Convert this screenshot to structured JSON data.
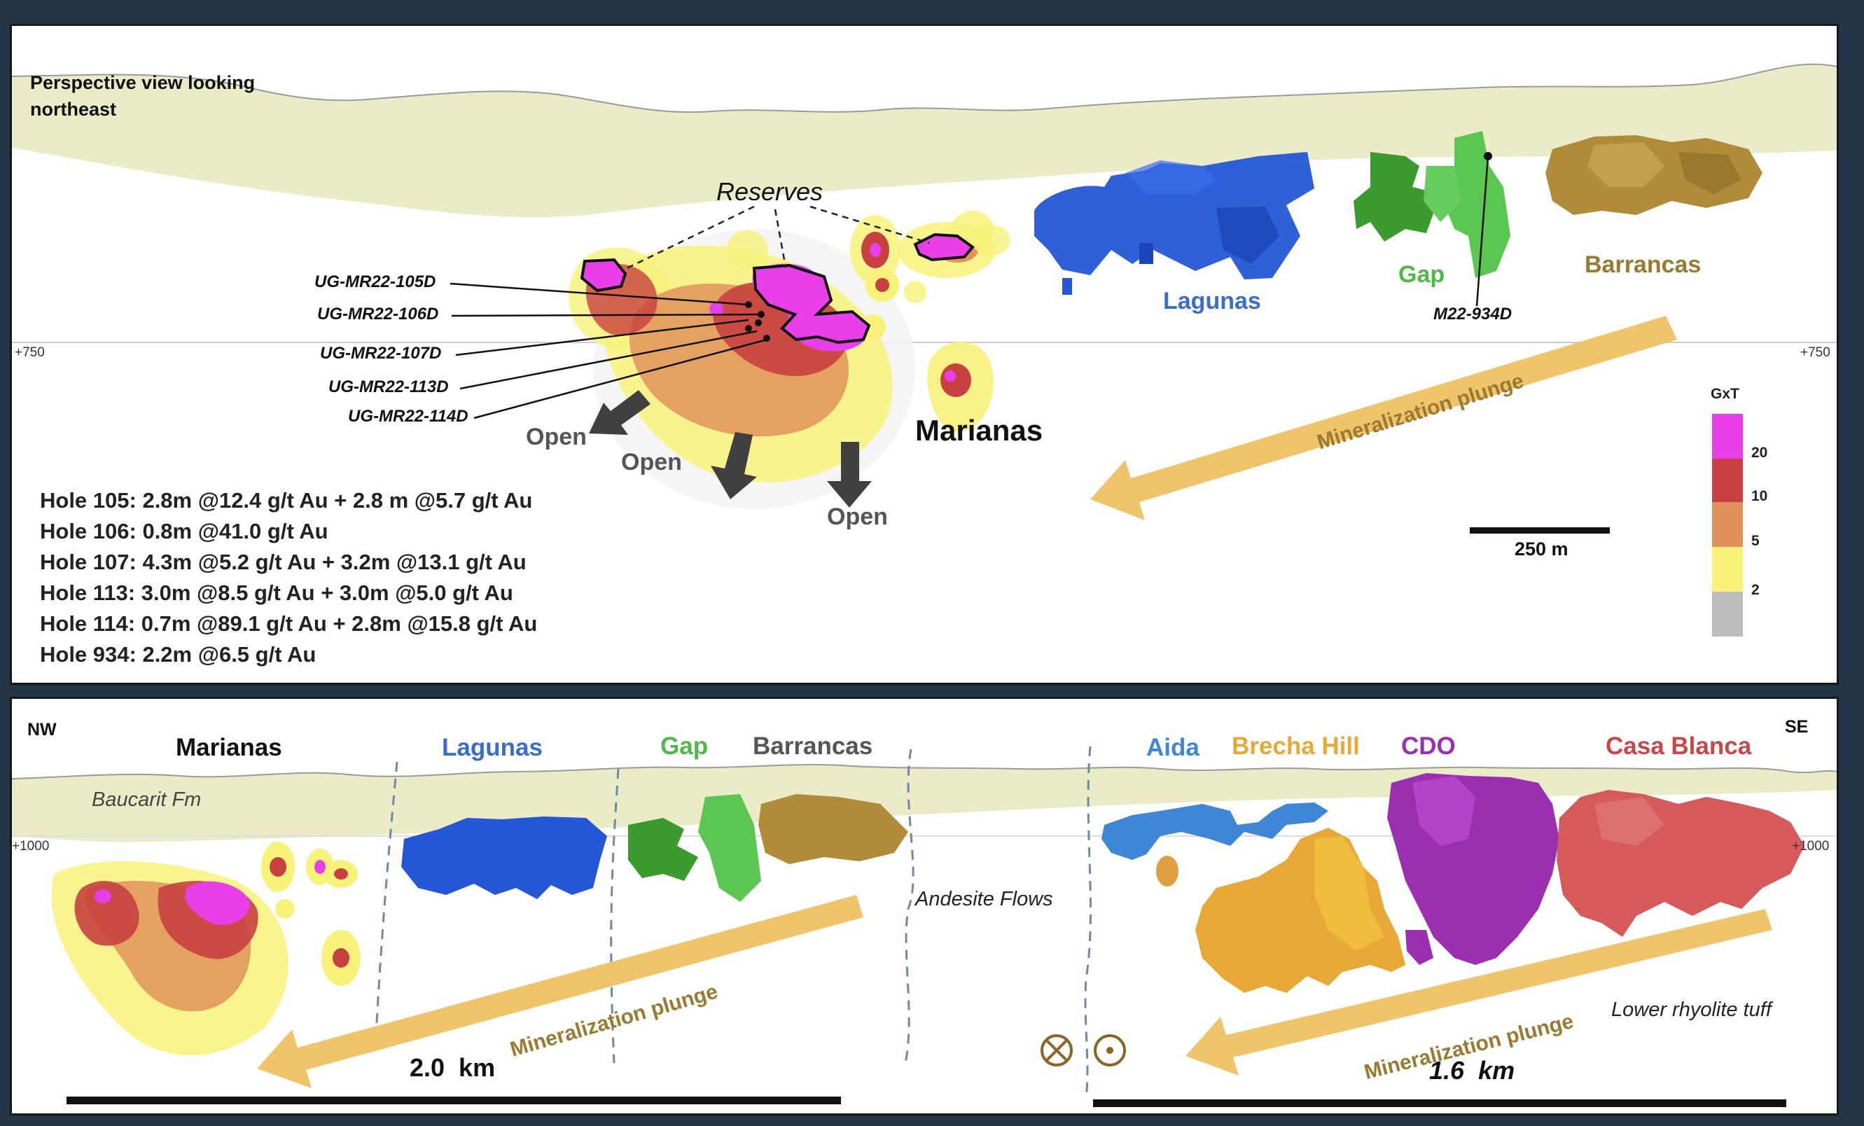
{
  "top": {
    "title_line1": "Perspective view looking",
    "title_line2": "northeast",
    "reserves_label": "Reserves",
    "drillholes": [
      "UG-MR22-105D",
      "UG-MR22-106D",
      "UG-MR22-107D",
      "UG-MR22-113D",
      "UG-MR22-114D"
    ],
    "hole_934": "M22-934D",
    "open_labels": [
      "Open",
      "Open",
      "Open"
    ],
    "zones": {
      "marianas": "Marianas",
      "lagunas": "Lagunas",
      "gap": "Gap",
      "barrancas": "Barrancas"
    },
    "plunge_label": "Mineralization plunge",
    "elevation_left": "+750",
    "elevation_right": "+750",
    "scale_label": "250 m",
    "legend": {
      "title": "GxT",
      "ticks": [
        "20",
        "10",
        "5",
        "2"
      ]
    },
    "results": [
      "Hole 105: 2.8m @12.4 g/t Au + 2.8 m @5.7 g/t Au",
      "Hole 106: 0.8m @41.0 g/t Au",
      "Hole 107: 4.3m @5.2 g/t Au + 3.2m @13.1 g/t Au",
      "Hole 113: 3.0m @8.5 g/t Au + 3.0m @5.0 g/t Au",
      "Hole 114: 0.7m @89.1 g/t Au + 2.8m @15.8 g/t Au",
      "Hole 934: 2.2m @6.5 g/t Au"
    ]
  },
  "bottom": {
    "nw": "NW",
    "se": "SE",
    "zones": {
      "marianas": "Marianas",
      "lagunas": "Lagunas",
      "gap": "Gap",
      "barrancas": "Barrancas",
      "aida": "Aida",
      "brecha_hill": "Brecha Hill",
      "cdo": "CDO",
      "casa_blanca": "Casa Blanca"
    },
    "baucarit": "Baucarit Fm",
    "andesite": "Andesite Flows",
    "rhyolite": "Lower rhyolite tuff",
    "plunge_label_1": "Mineralization plunge",
    "plunge_label_2": "Mineralization plunge",
    "elevation_left": "+1000",
    "elevation_right": "+1000",
    "scale_1": "2.0  km",
    "scale_2": "1.6  km"
  },
  "colors": {
    "magenta": "#e83fe8",
    "red": "#c84040",
    "orange": "#e0925a",
    "yellow": "#f8f27a",
    "grey": "#bdbdbd",
    "lagunas": "#2457d6",
    "gap": "#4fb848",
    "barrancas": "#b08c3a",
    "aida": "#3f86d6",
    "brecha": "#e8a838",
    "cdo": "#9a2fb0",
    "casa_blanca": "#d65a5a",
    "plunge_arrow": "#f0c46a",
    "surface": "#ecebc8"
  }
}
